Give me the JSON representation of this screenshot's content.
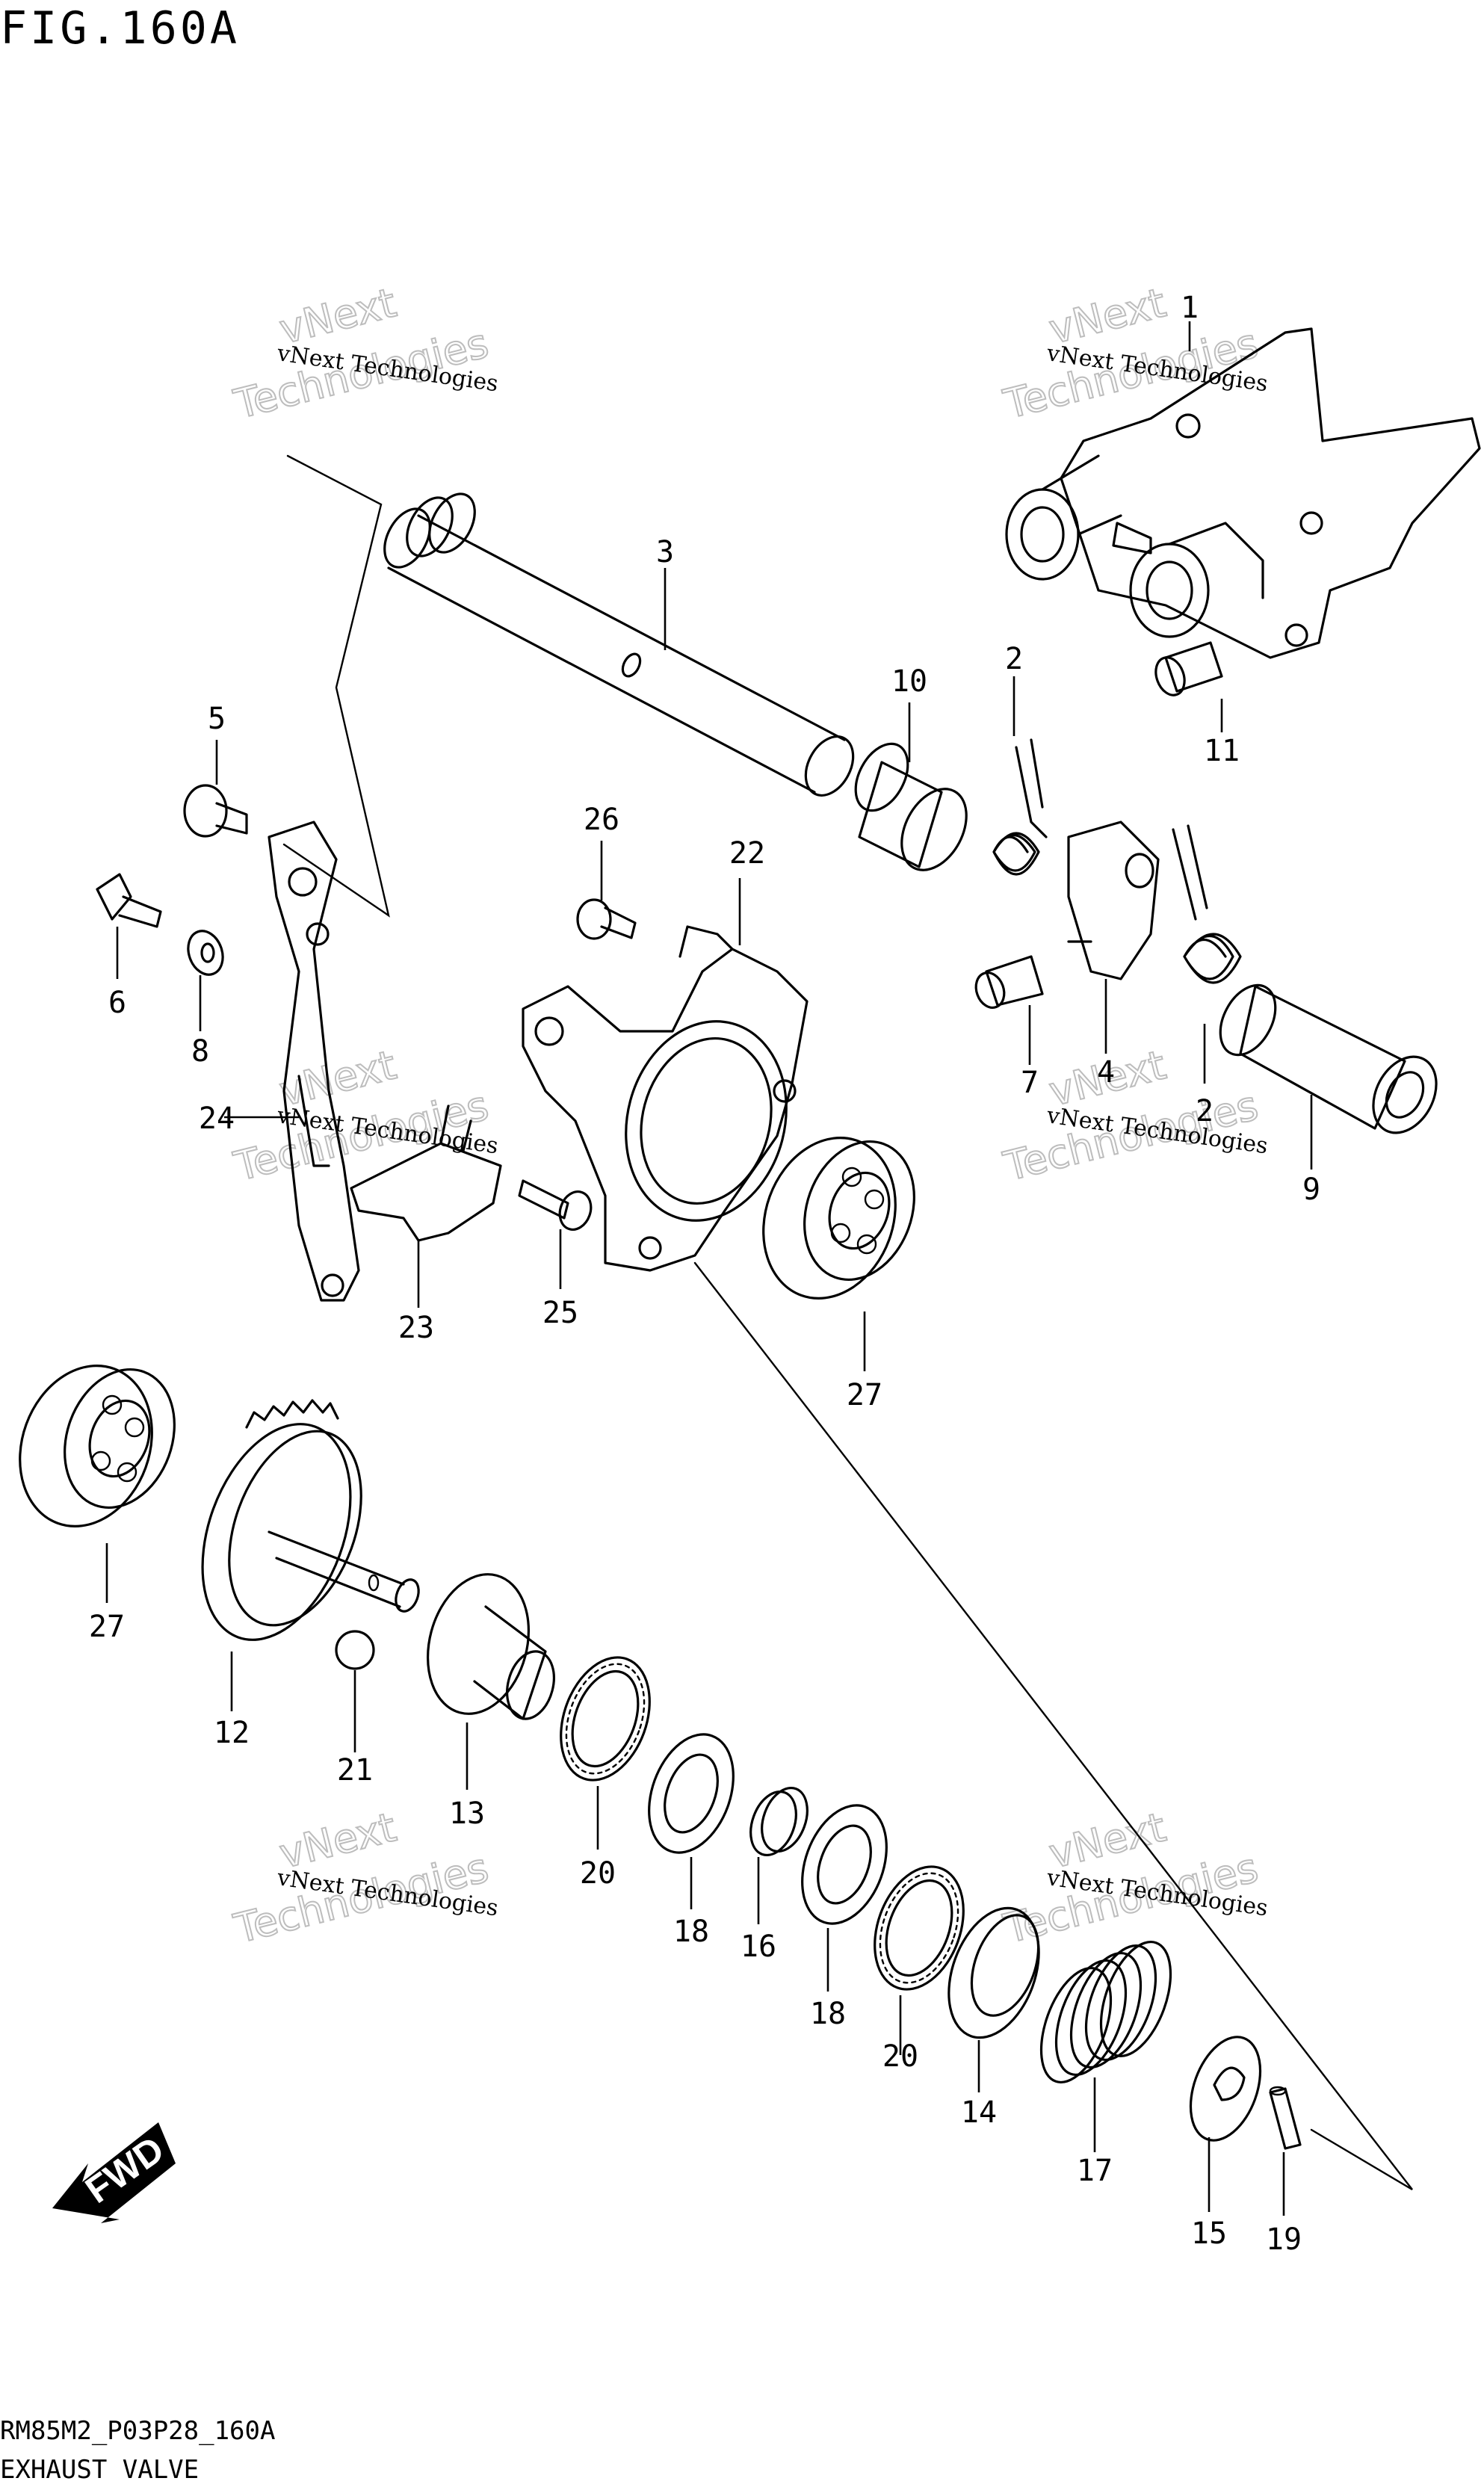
{
  "figure_title": "FIG.160A",
  "footer": {
    "drawing_code": "RM85M2_P03P28_160A",
    "section_name": "EXHAUST VALVE"
  },
  "watermark": {
    "line1": "vNext Technologies",
    "line2": "vNext",
    "line3": "Technologies"
  },
  "direction_arrow": {
    "label": "FWD"
  },
  "callouts": [
    {
      "id": "c1",
      "text": "1"
    },
    {
      "id": "c2a",
      "text": "2"
    },
    {
      "id": "c2b",
      "text": "2"
    },
    {
      "id": "c3",
      "text": "3"
    },
    {
      "id": "c4",
      "text": "4"
    },
    {
      "id": "c5",
      "text": "5"
    },
    {
      "id": "c6",
      "text": "6"
    },
    {
      "id": "c7",
      "text": "7"
    },
    {
      "id": "c8",
      "text": "8"
    },
    {
      "id": "c9",
      "text": "9"
    },
    {
      "id": "c10",
      "text": "10"
    },
    {
      "id": "c11",
      "text": "11"
    },
    {
      "id": "c12",
      "text": "12"
    },
    {
      "id": "c13",
      "text": "13"
    },
    {
      "id": "c14",
      "text": "14"
    },
    {
      "id": "c15",
      "text": "15"
    },
    {
      "id": "c16",
      "text": "16"
    },
    {
      "id": "c17",
      "text": "17"
    },
    {
      "id": "c18a",
      "text": "18"
    },
    {
      "id": "c18b",
      "text": "18"
    },
    {
      "id": "c19",
      "text": "19"
    },
    {
      "id": "c20a",
      "text": "20"
    },
    {
      "id": "c20b",
      "text": "20"
    },
    {
      "id": "c21",
      "text": "21"
    },
    {
      "id": "c22",
      "text": "22"
    },
    {
      "id": "c23",
      "text": "23"
    },
    {
      "id": "c24",
      "text": "24"
    },
    {
      "id": "c25",
      "text": "25"
    },
    {
      "id": "c26",
      "text": "26"
    },
    {
      "id": "c27a",
      "text": "27"
    },
    {
      "id": "c27b",
      "text": "27"
    }
  ]
}
